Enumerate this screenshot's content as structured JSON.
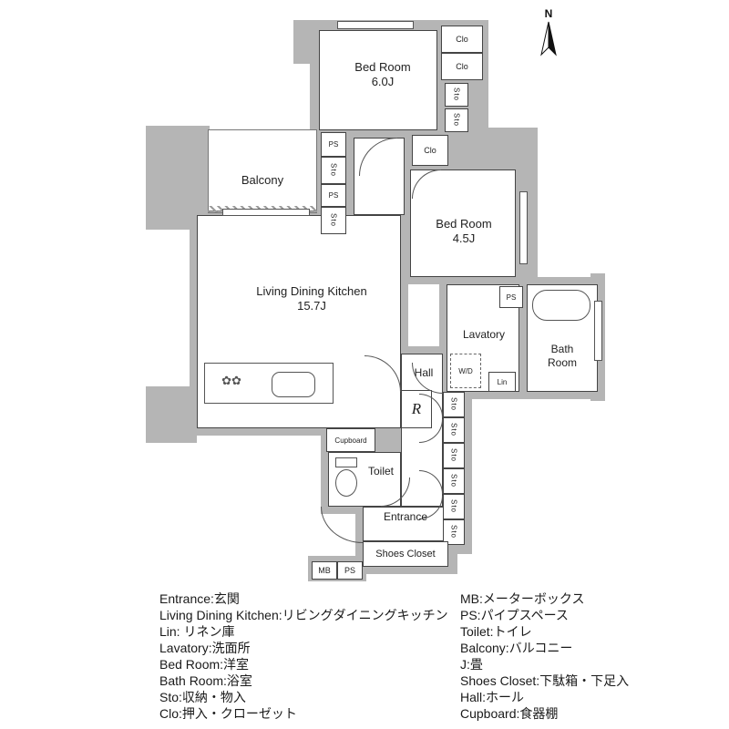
{
  "compass": {
    "north": "N"
  },
  "rooms": {
    "bedroom_top": {
      "name": "Bed Room",
      "size": "6.0J"
    },
    "bedroom_right": {
      "name": "Bed Room",
      "size": "4.5J"
    },
    "ldk": {
      "name": "Living Dining Kitchen",
      "size": "15.7J"
    },
    "balcony": {
      "name": "Balcony"
    },
    "lavatory": {
      "name": "Lavatory"
    },
    "bathroom": {
      "line1": "Bath",
      "line2": "Room"
    },
    "hall": {
      "name": "Hall"
    },
    "toilet": {
      "name": "Toilet"
    },
    "entrance": {
      "name": "Entrance"
    },
    "shoes_closet": {
      "name": "Shoes Closet"
    }
  },
  "labels": {
    "ps": "PS",
    "sto": "Sto",
    "clo": "Clo",
    "wd": "W/D",
    "lin": "Lin",
    "refrigerator": "R",
    "cupboard": "Cupboard",
    "mb": "MB",
    "stove_glyph": "✿✿"
  },
  "legend": {
    "left": [
      "Entrance:玄関",
      "Living Dining Kitchen:リビングダイニングキッチン",
      "Lin: リネン庫",
      "Lavatory:洗面所",
      "Bed Room:洋室",
      "Bath Room:浴室",
      "Sto:収納・物入",
      "Clo:押入・クローゼット"
    ],
    "right": [
      "MB:メーターボックス",
      "PS:パイプスペース",
      "Toilet:トイレ",
      "Balcony:バルコニー",
      "J:畳",
      "Shoes Closet:下駄箱・下足入",
      "Hall:ホール",
      "Cupboard:食器棚"
    ]
  },
  "colors": {
    "wall": "#b5b5b5",
    "line": "#444444",
    "background": "#ffffff"
  }
}
